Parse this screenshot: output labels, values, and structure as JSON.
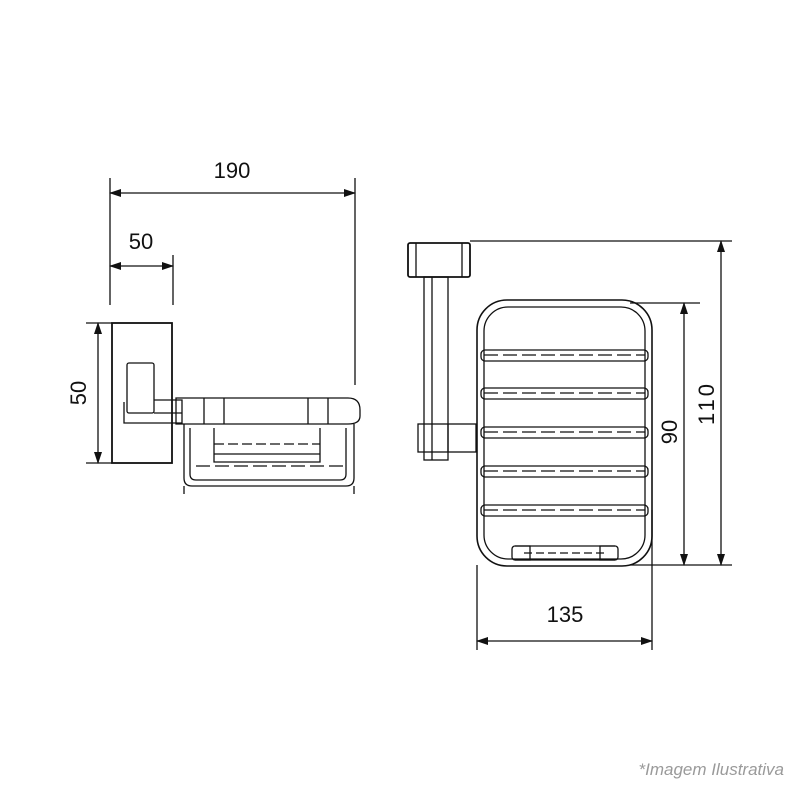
{
  "colors": {
    "line": "#111111",
    "caption": "#9a9a9a",
    "background": "#ffffff"
  },
  "side_view": {
    "dim_total_width": "190",
    "dim_flange_width": "50",
    "dim_plate_height": "50"
  },
  "front_view": {
    "dim_basket_width": "135",
    "dim_basket_height": "90",
    "dim_total_height": "110"
  },
  "caption": "*Imagem Ilustrativa"
}
